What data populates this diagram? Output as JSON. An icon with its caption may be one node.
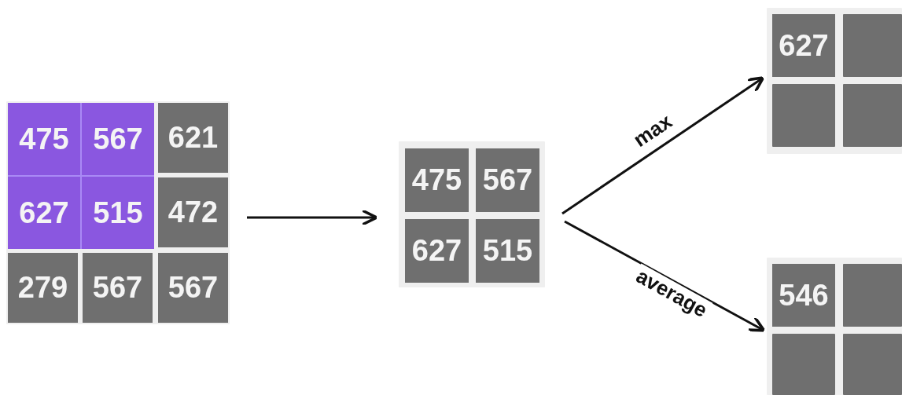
{
  "diagram": {
    "nodes": [
      {
        "text": [],
        "shape": "box"
      },
      {
        "text": [],
        "shape": "box",
        "in": 0
      },
      {
        "text": [
          "475"
        ],
        "in": 1
      },
      {
        "text": [
          "567"
        ],
        "in": 1
      },
      {
        "text": [
          "621"
        ],
        "in": 0
      },
      {
        "text": [
          "627"
        ],
        "in": 1
      },
      {
        "text": [
          "515"
        ],
        "in": 1
      },
      {
        "text": [
          "472"
        ],
        "in": 0
      },
      {
        "text": [
          "279"
        ],
        "in": 0
      },
      {
        "text": [
          "567"
        ],
        "in": 0
      },
      {
        "text": [
          "567"
        ],
        "in": 0
      },
      {
        "text": [],
        "shape": "box"
      },
      {
        "text": [
          "475"
        ],
        "in": 11
      },
      {
        "text": [
          "567"
        ],
        "in": 11
      },
      {
        "text": [
          "627"
        ],
        "in": 11
      },
      {
        "text": [
          "515"
        ],
        "in": 11
      },
      {
        "text": [],
        "shape": "box"
      },
      {
        "text": [
          "627"
        ],
        "in": 16
      },
      {
        "text": [],
        "shape": "box",
        "in": 16
      },
      {
        "text": [],
        "shape": "box",
        "in": 16
      },
      {
        "text": [],
        "shape": "box",
        "in": 16
      },
      {
        "text": [],
        "shape": "box"
      },
      {
        "text": [
          "546"
        ],
        "in": 21
      },
      {
        "text": [],
        "shape": "box",
        "in": 21
      },
      {
        "text": [],
        "shape": "box",
        "in": 21
      },
      {
        "text": [],
        "shape": "box",
        "in": 21
      }
    ],
    "edges": [
      {
        "from": 0,
        "to": 11,
        "arrow": "to"
      },
      {
        "from": 11,
        "to": 16,
        "arrow": "to",
        "label": "max"
      },
      {
        "from": 11,
        "to": 21,
        "arrow": "to",
        "label": "average"
      }
    ]
  }
}
